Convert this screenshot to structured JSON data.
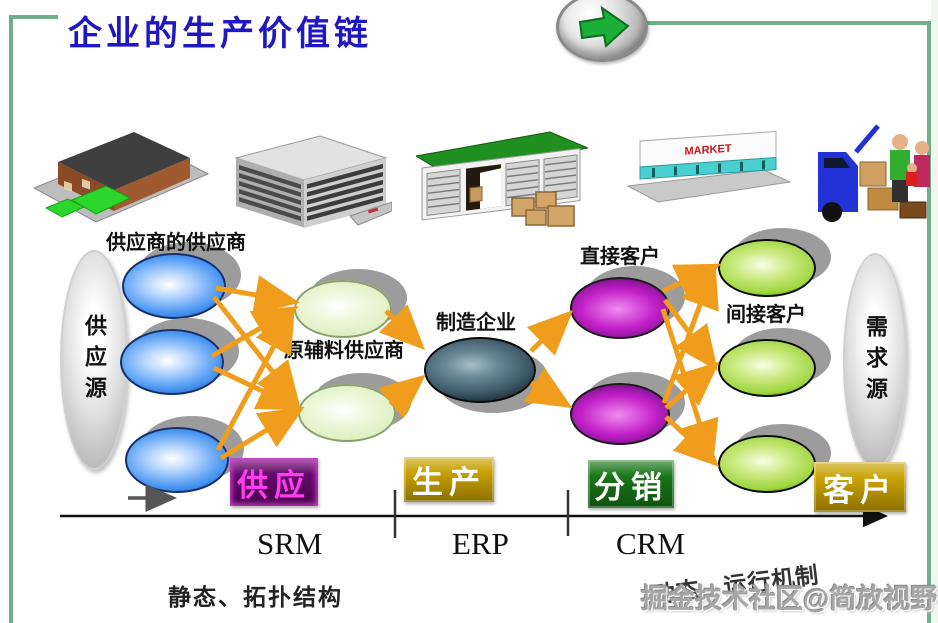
{
  "colors": {
    "frame-green": "#6fae8a",
    "title-blue": "#1f16c4",
    "arrow-orange": "#f09d1e",
    "node-blue": "#4b97f2",
    "node-lightgreen": "#d9efbc",
    "node-dark": "#3e5a68",
    "node-magenta": "#c322c9",
    "node-green": "#9ed43d",
    "axis-black": "#111111"
  },
  "header": {
    "title": "企业的生产价值链",
    "nav_button_icon": "green-forward-arrow"
  },
  "clipart": {
    "factory": "supplier-factory",
    "office_building": "supplier-building",
    "warehouse": "manufacturer-warehouse",
    "market_sign": "MARKET",
    "customers": "family-loading-car"
  },
  "nodes": {
    "supply_source": "供应源",
    "demand_source": "需求源",
    "suppliers_suppliers": "供应商的供应商",
    "raw_material_suppliers": "原辅料供应商",
    "manufacturer": "制造企业",
    "direct_customers": "直接客户",
    "indirect_customers": "间接客户"
  },
  "phases": [
    {
      "label": "供应",
      "bg": "#64086a",
      "text_color": "#ff3cf0"
    },
    {
      "label": "生产",
      "bg": "#c7a000",
      "text_color": "#ffffff"
    },
    {
      "label": "分销",
      "bg": "#177517",
      "text_color": "#ffffff"
    },
    {
      "label": "客户",
      "bg": "#c7a000",
      "text_color": "#ffffff"
    }
  ],
  "axis": {
    "labels": [
      "SRM",
      "ERP",
      "CRM"
    ]
  },
  "footer": {
    "left_caption": "静态、拓扑结构",
    "right_caption": "动态、运行机制",
    "watermark": "掘金技术社区@简放视野"
  },
  "edges": [
    {
      "from": "supplier-1",
      "to": "raw-supplier-1"
    },
    {
      "from": "supplier-1",
      "to": "raw-supplier-2"
    },
    {
      "from": "supplier-2",
      "to": "raw-supplier-1"
    },
    {
      "from": "supplier-2",
      "to": "raw-supplier-2"
    },
    {
      "from": "supplier-3",
      "to": "raw-supplier-1"
    },
    {
      "from": "supplier-3",
      "to": "raw-supplier-2"
    },
    {
      "from": "raw-supplier-1",
      "to": "manufacturer"
    },
    {
      "from": "raw-supplier-2",
      "to": "manufacturer"
    },
    {
      "from": "manufacturer",
      "to": "direct-customer-1"
    },
    {
      "from": "manufacturer",
      "to": "direct-customer-2"
    },
    {
      "from": "direct-customer-1",
      "to": "indirect-customer-1"
    },
    {
      "from": "direct-customer-1",
      "to": "indirect-customer-2"
    },
    {
      "from": "direct-customer-1",
      "to": "indirect-customer-3"
    },
    {
      "from": "direct-customer-2",
      "to": "indirect-customer-1"
    },
    {
      "from": "direct-customer-2",
      "to": "indirect-customer-2"
    },
    {
      "from": "direct-customer-2",
      "to": "indirect-customer-3"
    }
  ]
}
